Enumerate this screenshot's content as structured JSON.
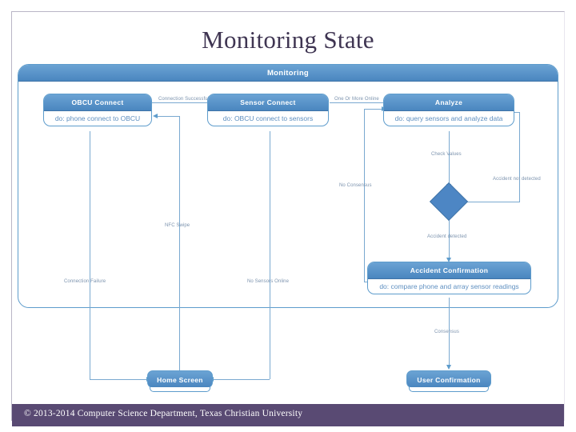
{
  "slide": {
    "title": "Monitoring State",
    "footer": "© 2013-2014 Computer Science Department, Texas Christian University"
  },
  "diagram": {
    "type": "uml-state-machine",
    "container": {
      "label": "Monitoring"
    },
    "states": [
      {
        "id": "obcu-connect",
        "title": "OBCU Connect",
        "activity": "do: phone connect to OBCU"
      },
      {
        "id": "sensor-connect",
        "title": "Sensor Connect",
        "activity": "do: OBCU connect to sensors"
      },
      {
        "id": "analyze",
        "title": "Analyze",
        "activity": "do: query sensors and analyze data"
      },
      {
        "id": "accident-confirmation",
        "title": "Accident Confirmation",
        "activity": "do: compare phone and array sensor readings"
      }
    ],
    "simple_states": [
      {
        "id": "home-screen",
        "title": "Home Screen"
      },
      {
        "id": "user-confirmation",
        "title": "User Confirmation"
      }
    ],
    "decision": {
      "id": "accident-decision",
      "shape": "diamond"
    },
    "transitions": [
      {
        "id": "t1",
        "from": "obcu-connect",
        "to": "sensor-connect",
        "label": "Connection Successful"
      },
      {
        "id": "t2",
        "from": "sensor-connect",
        "to": "analyze",
        "label": "One Or More Online"
      },
      {
        "id": "t3",
        "from": "analyze",
        "to": "accident-decision",
        "label": "Check Values"
      },
      {
        "id": "t4",
        "from": "accident-decision",
        "to": "analyze",
        "label": "Accident not detected"
      },
      {
        "id": "t5",
        "from": "accident-decision",
        "to": "accident-confirmation",
        "label": "Accident detected"
      },
      {
        "id": "t6",
        "from": "accident-confirmation",
        "to": "analyze",
        "label": "No Consensus"
      },
      {
        "id": "t7",
        "from": "accident-confirmation",
        "to": "user-confirmation",
        "label": "Consensus"
      },
      {
        "id": "t8",
        "from": "obcu-connect",
        "to": "home-screen",
        "label": "Connection Failure"
      },
      {
        "id": "t9",
        "from": "sensor-connect",
        "to": "home-screen",
        "label": "No Sensors Online"
      },
      {
        "id": "t10",
        "from": "home-screen",
        "to": "obcu-connect",
        "label": "NFC Swipe"
      }
    ],
    "colors": {
      "header_blue": "#4a86bf",
      "edge_blue": "#7aa9d0",
      "border_blue": "#5e9ccc",
      "body_text_blue": "#5e8fc0",
      "label_gray": "#7c93ae",
      "footer_purple": "#594a73",
      "title_purple": "#3f3552"
    }
  }
}
